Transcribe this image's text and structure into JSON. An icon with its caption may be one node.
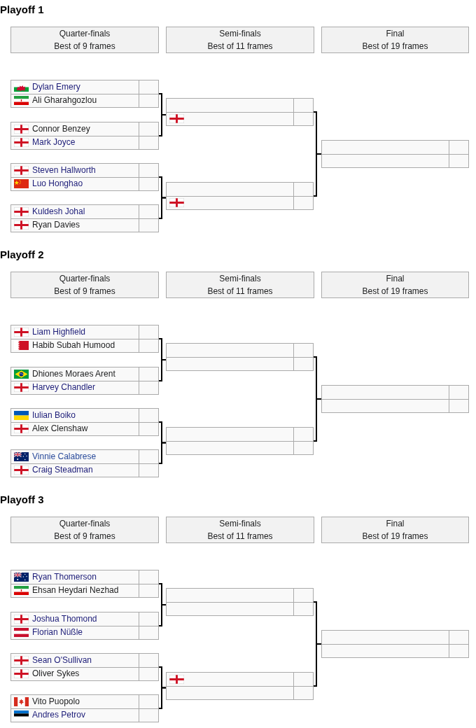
{
  "diagram": {
    "nodes": [
      {
        "text": [
          "Quarter-finals",
          "Best of 9 frames"
        ]
      },
      {
        "text": [
          "Semi-finals",
          "Best of 11 frames"
        ]
      },
      {
        "text": [
          "Final",
          "Best of 19 frames"
        ]
      },
      {
        "text": [],
        "shape": "box"
      },
      {
        "text": [
          "Dylan Emery"
        ],
        "in": 3
      },
      {
        "text": [
          "Ali Gharahgozlou"
        ],
        "in": 3
      },
      {
        "text": [],
        "shape": "box"
      },
      {
        "text": [
          "Connor Benzey"
        ],
        "in": 6
      },
      {
        "text": [
          "Mark Joyce"
        ],
        "in": 6
      },
      {
        "text": [],
        "shape": "box"
      },
      {
        "text": [
          "Steven Hallworth"
        ],
        "in": 9
      },
      {
        "text": [
          "Luo Honghao"
        ],
        "in": 9
      },
      {
        "text": [],
        "shape": "box"
      },
      {
        "text": [
          "Kuldesh Johal"
        ],
        "in": 12
      },
      {
        "text": [
          "Ryan Davies"
        ],
        "in": 12
      },
      {
        "text": [],
        "shape": "box"
      },
      {
        "text": [],
        "shape": "box",
        "in": 15
      },
      {
        "text": [],
        "shape": "box",
        "in": 15
      },
      {
        "text": [],
        "shape": "box"
      },
      {
        "text": [],
        "shape": "box",
        "in": 18
      },
      {
        "text": [],
        "shape": "box",
        "in": 18
      },
      {
        "text": [],
        "shape": "box"
      },
      {
        "text": [],
        "shape": "box",
        "in": 21
      },
      {
        "text": [],
        "shape": "box",
        "in": 21
      },
      {
        "text": [
          "Quarter-finals",
          "Best of 9 frames"
        ]
      },
      {
        "text": [
          "Semi-finals",
          "Best of 11 frames"
        ]
      },
      {
        "text": [
          "Final",
          "Best of 19 frames"
        ]
      },
      {
        "text": [],
        "shape": "box"
      },
      {
        "text": [
          "Liam Highfield"
        ],
        "in": 27
      },
      {
        "text": [
          "Habib Subah Humood"
        ],
        "in": 27
      },
      {
        "text": [],
        "shape": "box"
      },
      {
        "text": [
          "Dhiones Moraes Arent"
        ],
        "in": 30
      },
      {
        "text": [
          "Harvey Chandler"
        ],
        "in": 30
      },
      {
        "text": [],
        "shape": "box"
      },
      {
        "text": [
          "Iulian Boiko"
        ],
        "in": 33
      },
      {
        "text": [
          "Alex Clenshaw"
        ],
        "in": 33
      },
      {
        "text": [],
        "shape": "box"
      },
      {
        "text": [
          "Vinnie Calabrese"
        ],
        "in": 36
      },
      {
        "text": [
          "Craig Steadman"
        ],
        "in": 36
      },
      {
        "text": [],
        "shape": "box"
      },
      {
        "text": [],
        "shape": "box",
        "in": 39
      },
      {
        "text": [],
        "shape": "box",
        "in": 39
      },
      {
        "text": [],
        "shape": "box"
      },
      {
        "text": [],
        "shape": "box",
        "in": 42
      },
      {
        "text": [],
        "shape": "box",
        "in": 42
      },
      {
        "text": [],
        "shape": "box"
      },
      {
        "text": [],
        "shape": "box",
        "in": 45
      },
      {
        "text": [],
        "shape": "box",
        "in": 45
      },
      {
        "text": [
          "Quarter-finals",
          "Best of 9 frames"
        ]
      },
      {
        "text": [
          "Semi-finals",
          "Best of 11 frames"
        ]
      },
      {
        "text": [
          "Final",
          "Best of 19 frames"
        ]
      },
      {
        "text": [],
        "shape": "box"
      },
      {
        "text": [
          "Ryan Thomerson"
        ],
        "in": 51
      },
      {
        "text": [
          "Ehsan Heydari Nezhad"
        ],
        "in": 51
      },
      {
        "text": [],
        "shape": "box"
      },
      {
        "text": [
          "Joshua Thomond"
        ],
        "in": 54
      },
      {
        "text": [
          "Florian Nüßle"
        ],
        "in": 54
      },
      {
        "text": [],
        "shape": "box"
      },
      {
        "text": [
          "Sean O'Sullivan"
        ],
        "in": 57
      },
      {
        "text": [
          "Oliver Sykes"
        ],
        "in": 57
      },
      {
        "text": [],
        "shape": "box"
      },
      {
        "text": [
          "Vito Puopolo"
        ],
        "in": 60
      },
      {
        "text": [
          "Andres Petrov"
        ],
        "in": 60
      },
      {
        "text": [],
        "shape": "box"
      },
      {
        "text": [],
        "shape": "box",
        "in": 63
      },
      {
        "text": [],
        "shape": "box",
        "in": 63
      },
      {
        "text": [],
        "shape": "box"
      },
      {
        "text": [],
        "shape": "box",
        "in": 66
      },
      {
        "text": [],
        "shape": "box",
        "in": 66
      },
      {
        "text": [],
        "shape": "box"
      },
      {
        "text": [],
        "shape": "box",
        "in": 69
      },
      {
        "text": [],
        "shape": "box",
        "in": 69
      }
    ],
    "edges": [
      {
        "from": 3,
        "to": 15,
        "arrow": "none"
      },
      {
        "from": 6,
        "to": 15,
        "arrow": "none"
      },
      {
        "from": 9,
        "to": 18,
        "arrow": "none"
      },
      {
        "from": 12,
        "to": 18,
        "arrow": "none"
      },
      {
        "from": 15,
        "to": 21,
        "arrow": "none"
      },
      {
        "from": 18,
        "to": 21,
        "arrow": "none"
      },
      {
        "from": 27,
        "to": 39,
        "arrow": "none"
      },
      {
        "from": 30,
        "to": 39,
        "arrow": "none"
      },
      {
        "from": 33,
        "to": 42,
        "arrow": "none"
      },
      {
        "from": 36,
        "to": 42,
        "arrow": "none"
      },
      {
        "from": 39,
        "to": 45,
        "arrow": "none"
      },
      {
        "from": 42,
        "to": 45,
        "arrow": "none"
      },
      {
        "from": 51,
        "to": 63,
        "arrow": "none"
      },
      {
        "from": 54,
        "to": 63,
        "arrow": "none"
      },
      {
        "from": 57,
        "to": 66,
        "arrow": "none"
      },
      {
        "from": 60,
        "to": 66,
        "arrow": "none"
      },
      {
        "from": 63,
        "to": 69,
        "arrow": "none"
      },
      {
        "from": 66,
        "to": 69,
        "arrow": "none"
      }
    ],
    "labels": [
      "Playoff 1",
      "Playoff 2",
      "Playoff 3"
    ]
  }
}
